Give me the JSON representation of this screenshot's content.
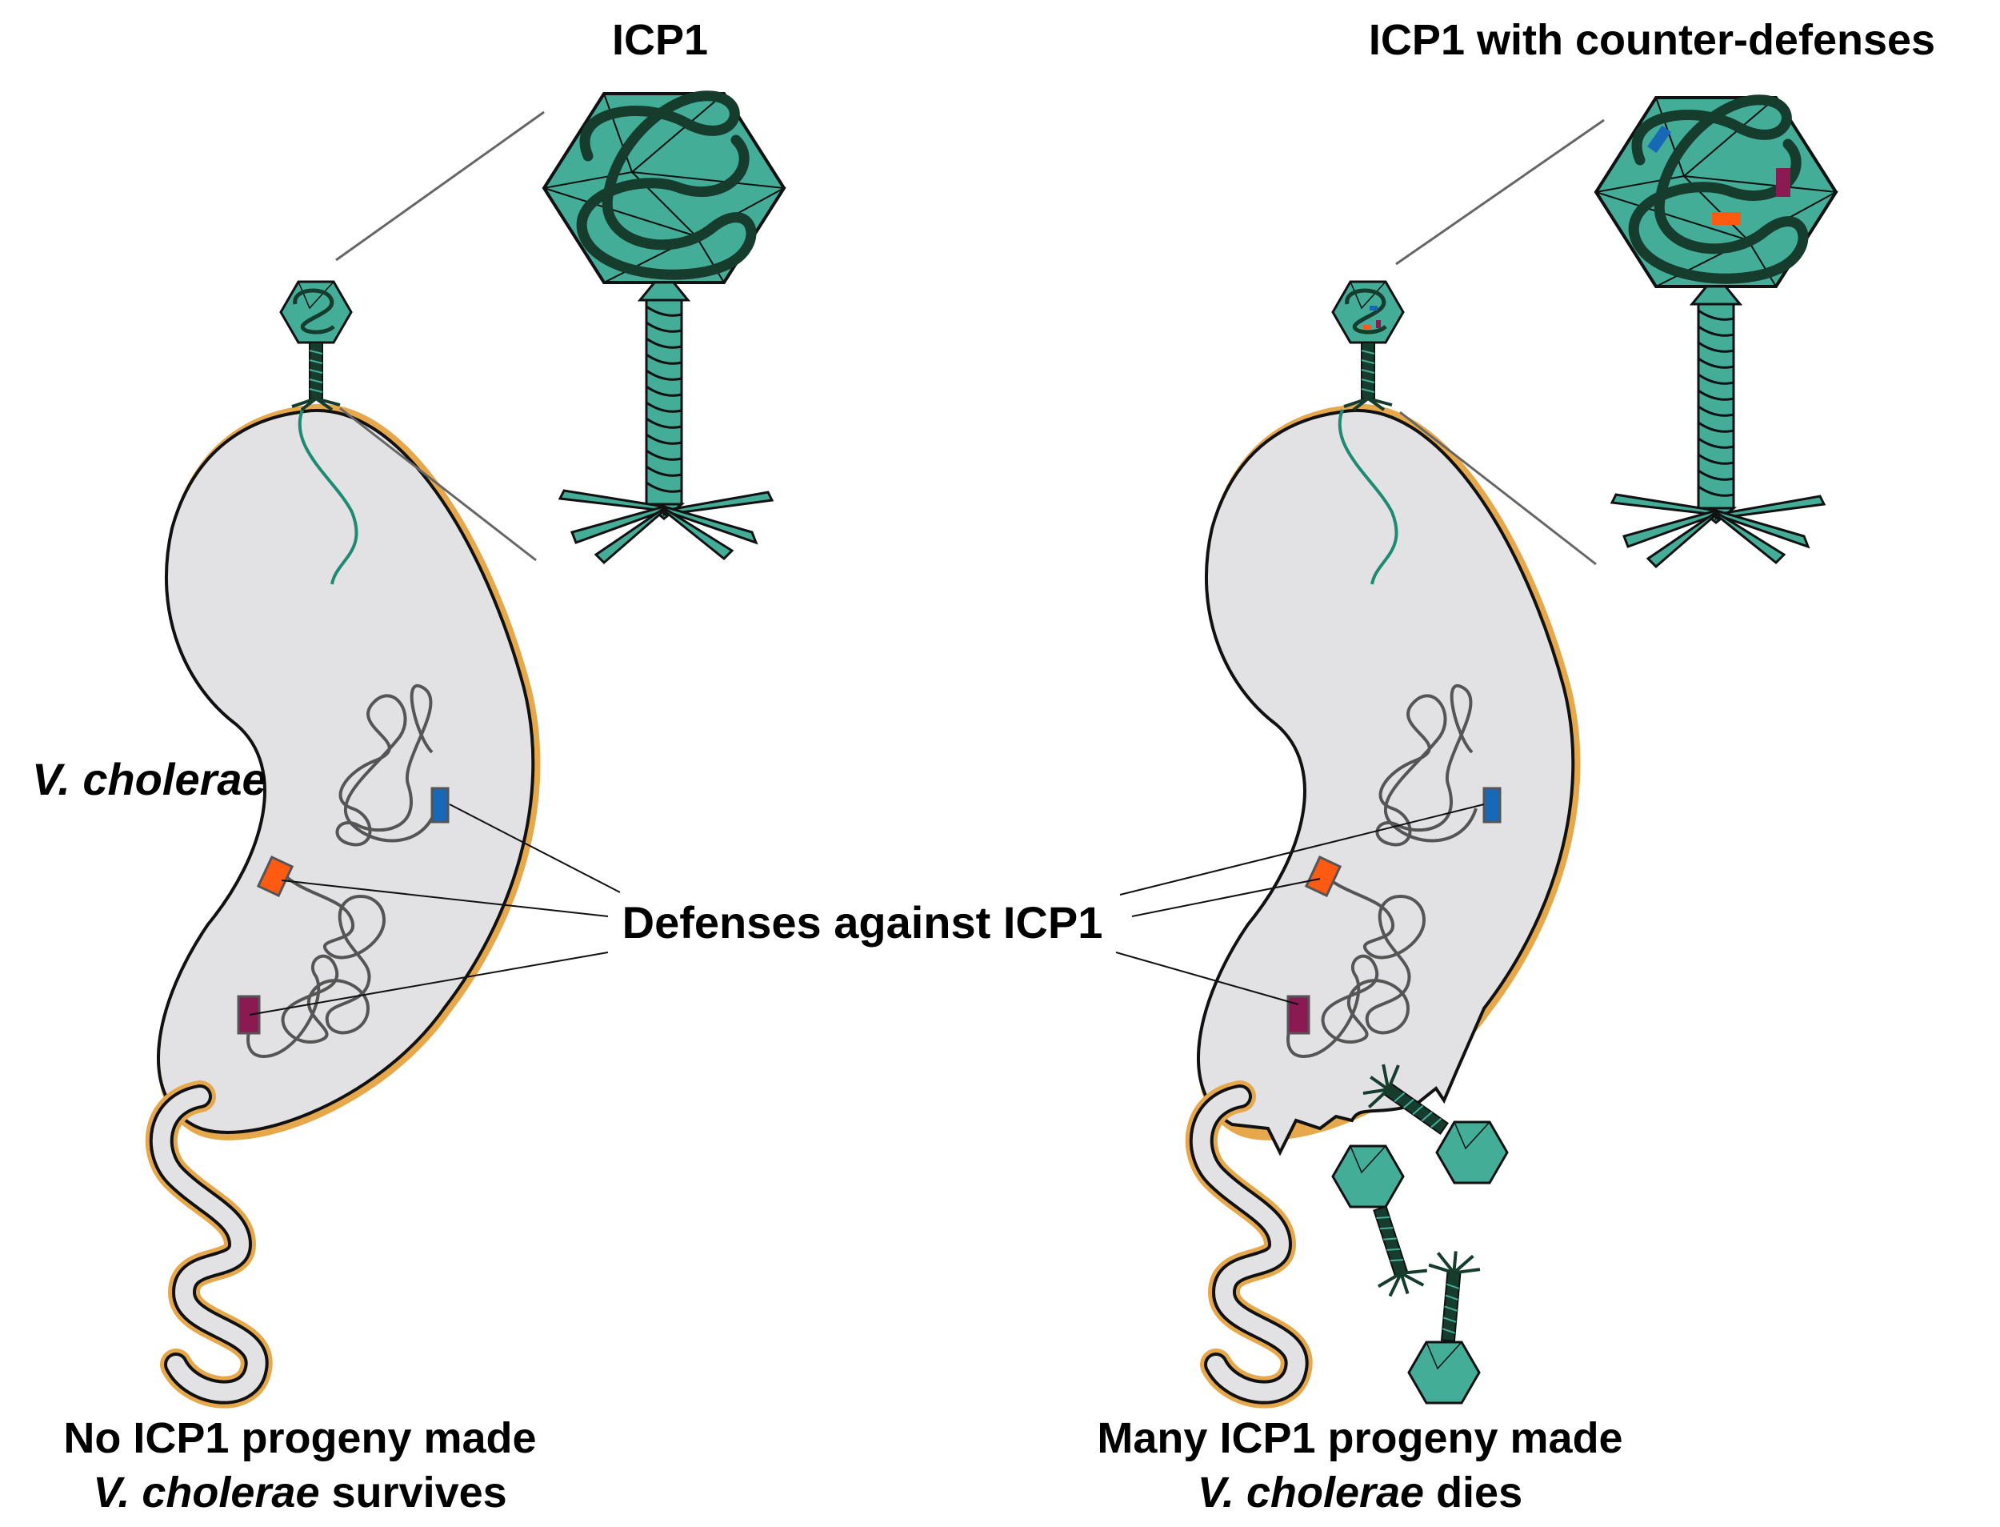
{
  "titles": {
    "left": "ICP1",
    "right": "ICP1 with counter-defenses"
  },
  "labels": {
    "host": "V. cholerae",
    "defenses": "Defenses against ICP1"
  },
  "outcomes": {
    "left": {
      "line1": "No ICP1 progeny made",
      "line2_italic": "V. cholerae",
      "line2_rest": " survives"
    },
    "right": {
      "line1": "Many ICP1 progeny made",
      "line2_italic": "V. cholerae",
      "line2_rest": " dies"
    }
  },
  "colors": {
    "phage_fill": "#44ad98",
    "phage_dark": "#163c2d",
    "cell_fill": "#e2e2e4",
    "envelope": "#e6a84a",
    "dna_injected": "#1f8a72",
    "chromosome": "#555555",
    "defense_blue": "#1769b8",
    "defense_orange": "#ff5a12",
    "defense_purple": "#8b1a52",
    "zoom_line": "#666666"
  }
}
